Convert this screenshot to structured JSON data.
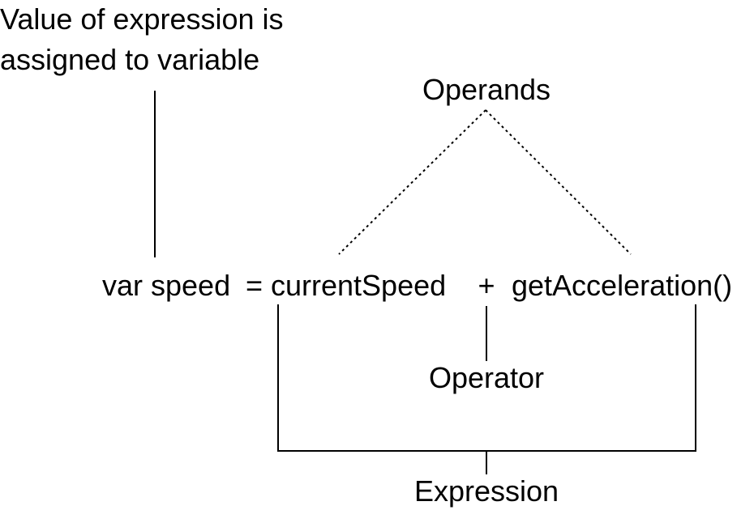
{
  "annotations": {
    "assignment_line1": "Value of expression is",
    "assignment_line2": "assigned to variable",
    "operands": "Operands",
    "operator": "Operator",
    "expression": "Expression"
  },
  "code": {
    "declaration": "var speed",
    "equals": "=",
    "operand_left": "currentSpeed",
    "operator_symbol": "+",
    "operand_right": "getAcceleration()"
  }
}
